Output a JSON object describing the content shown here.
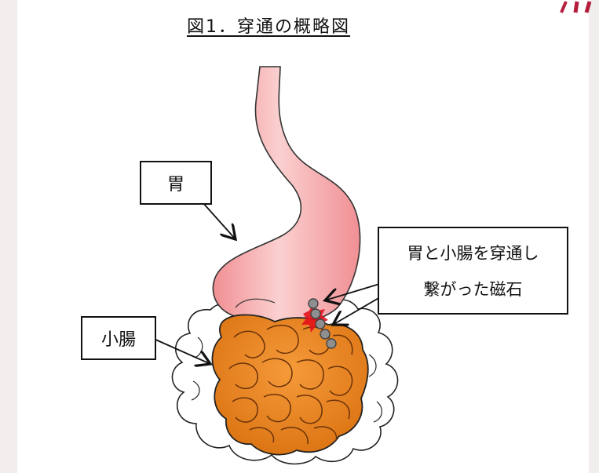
{
  "title": "図1．穿通の概略図",
  "labels": {
    "stomach": "胃",
    "small_intestine": "小腸",
    "magnet_line1": "胃と小腸を穿通し",
    "magnet_line2": "繋がった磁石"
  },
  "colors": {
    "stomach_fill": "#f4a4a6",
    "stomach_highlight": "#fbd3d3",
    "intestine_fill": "#e8801e",
    "intestine_shadow": "#a24f0c",
    "mesentery_fill": "#ffffff",
    "magnet_fill": "#8f8f8f",
    "perforation": "#e3121b"
  }
}
